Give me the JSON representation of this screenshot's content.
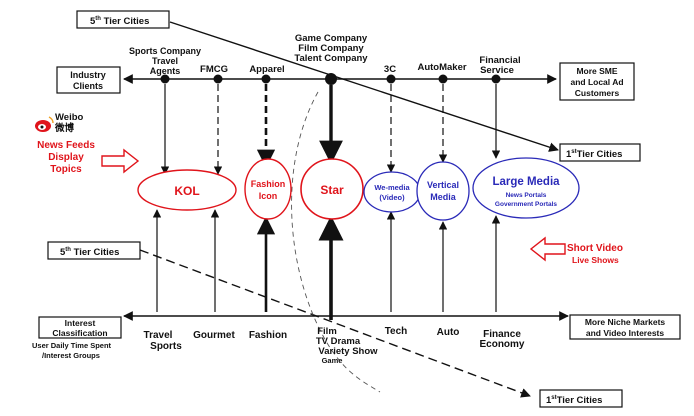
{
  "top_row": {
    "industry_clients": [
      "Industry",
      "Clients"
    ],
    "more_sme": [
      "More SME",
      "and Local Ad",
      "Customers"
    ],
    "categories": {
      "sports_travel": [
        "Sports Company",
        "Travel",
        "Agents"
      ],
      "fmcg": "FMCG",
      "apparel": "Apparel",
      "game_film": [
        "Game Company",
        "Film Company",
        "Talent Company"
      ],
      "3c": "3C",
      "automaker": "AutoMaker",
      "financial": [
        "Financial",
        "Service"
      ]
    }
  },
  "tiers": {
    "fifth_top": {
      "prefix": "5",
      "sup": "th",
      "text": " Tier Cities"
    },
    "first_upper": {
      "prefix": "1",
      "sup": "st",
      "text": "Tier Cities"
    },
    "fifth_mid": {
      "prefix": "5",
      "sup": "th",
      "text": " Tier Cities"
    },
    "first_bottom": {
      "prefix": "1",
      "sup": "st",
      "text": "Tier Cities"
    }
  },
  "left_side": {
    "weibo": "Weibo",
    "weibo_cn": "微博",
    "news_feeds": [
      "News Feeds",
      "Display",
      "Topics"
    ]
  },
  "right_side": {
    "short_video": "Short Video",
    "live_shows": "Live Shows"
  },
  "nodes": {
    "kol": "KOL",
    "fashion_icon": [
      "Fashion",
      "Icon"
    ],
    "star": "Star",
    "we_media": [
      "We-media",
      "(Video)"
    ],
    "vertical_media": [
      "Vertical",
      "Media"
    ],
    "large_media": "Large Media",
    "large_media_sub": [
      "News Portals",
      "Government Portals"
    ]
  },
  "bottom_row": {
    "interest_classification": [
      "Interest",
      "Classification"
    ],
    "user_time": [
      "User Daily Time Spent",
      "/Interest Groups"
    ],
    "more_niche": [
      "More Niche Markets",
      "and Video Interests"
    ],
    "categories": {
      "travel_sports": [
        "Travel",
        "Sports"
      ],
      "gourmet": "Gourmet",
      "fashion": "Fashion",
      "film": [
        "Film",
        "TV Drama",
        "Variety Show",
        "Game"
      ],
      "tech": "Tech",
      "auto": "Auto",
      "finance": [
        "Finance",
        "Economy"
      ]
    }
  },
  "colors": {
    "red": "#e0141b",
    "blue": "#2a2ab8",
    "black": "#111111"
  }
}
